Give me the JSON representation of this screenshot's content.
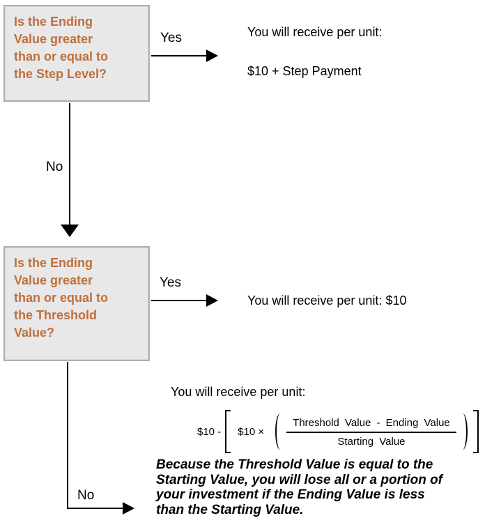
{
  "colors": {
    "background": "#FFFFFF",
    "box_background": "#E8E8E8",
    "box_border": "#AEAEAE",
    "question_text": "#C06F3B",
    "text": "#000000"
  },
  "decision1": {
    "question": "Is the Ending Value greater than or equal to the Step Level?",
    "question_lines": [
      "Is the Ending",
      "Value greater",
      "than or equal to",
      "the Step Level?"
    ],
    "yes_label": "Yes",
    "no_label": "No",
    "yes_outcome_line1": "You will receive per unit:",
    "yes_outcome_line2": "$10 + Step Payment"
  },
  "decision2": {
    "question": "Is the Ending Value greater than or equal to the Threshold Value?",
    "question_lines": [
      "Is the Ending",
      "Value greater",
      "than or equal to",
      "the Threshold",
      "Value?"
    ],
    "yes_label": "Yes",
    "no_label": "No",
    "yes_outcome": "You will receive per unit: $10",
    "no_outcome": {
      "intro": "You will receive per unit:",
      "formula": {
        "lead": "$10 -",
        "multiplier": "$10 ×",
        "numerator": "Threshold Value - Ending Value",
        "denominator": "Starting Value"
      },
      "note": "Because the Threshold Value is equal to the Starting Value, you will lose all or a portion of your investment if the Ending Value is less than the Starting Value.",
      "note_lines": [
        "Because the Threshold Value is equal to the",
        "Starting Value, you will lose all or a portion of",
        "your investment if the Ending Value is less",
        "than the Starting Value."
      ]
    }
  }
}
